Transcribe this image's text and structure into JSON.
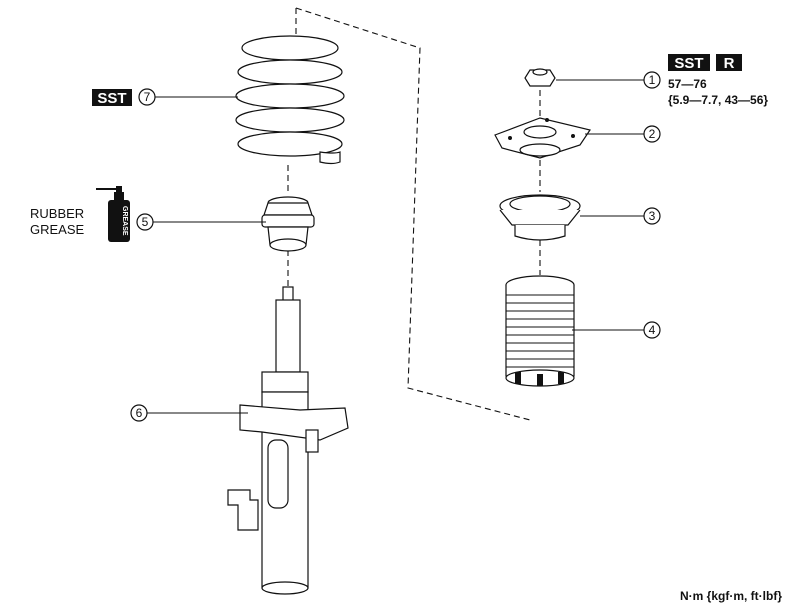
{
  "callouts": [
    {
      "number": "1"
    },
    {
      "number": "2"
    },
    {
      "number": "3"
    },
    {
      "number": "4"
    },
    {
      "number": "5"
    },
    {
      "number": "6"
    },
    {
      "number": "7"
    }
  ],
  "badges": {
    "sst_left": "SST",
    "sst_right": "SST",
    "r": "R"
  },
  "torque": {
    "line1": "57—76",
    "line2": "{5.9—7.7, 43—56}"
  },
  "grease": {
    "line1": "RUBBER",
    "line2": "GREASE",
    "can_label": "GREASE"
  },
  "units": "N·m {kgf·m, ft·lbf}"
}
